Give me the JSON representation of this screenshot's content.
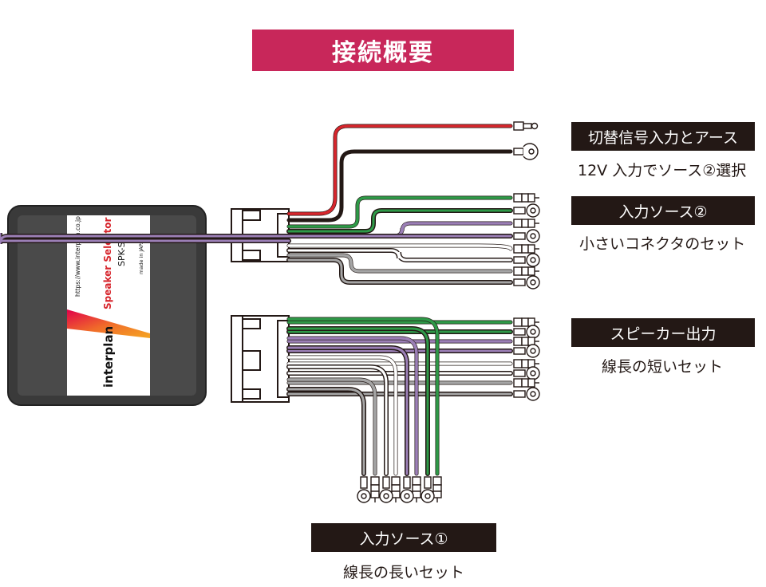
{
  "title": "接続概要",
  "device": {
    "brand": "interplan",
    "product_name": "Speaker Selector",
    "model": "SPK-S",
    "url": "https://www.interplan.co.jp",
    "origin": "made in JAPAN"
  },
  "labels": {
    "switch_and_ground": {
      "heading": "切替信号入力とアース",
      "caption": "12V 入力でソース②選択"
    },
    "input_source_2": {
      "heading": "入力ソース②",
      "caption": "小さいコネクタのセット"
    },
    "speaker_output": {
      "heading": "スピーカー出力",
      "caption": "線長の短いセット"
    },
    "input_source_1": {
      "heading": "入力ソース①",
      "caption": "線長の長いセット"
    }
  },
  "colors": {
    "title_bg": "#c8275a",
    "label_bg": "#231815",
    "wire_red": "#d7262d",
    "wire_black": "#231815",
    "wire_green": "#2e9a48",
    "wire_purple": "#9b7fb6",
    "wire_gray": "#a5a5a5",
    "device_body": "#4a4a4a"
  }
}
